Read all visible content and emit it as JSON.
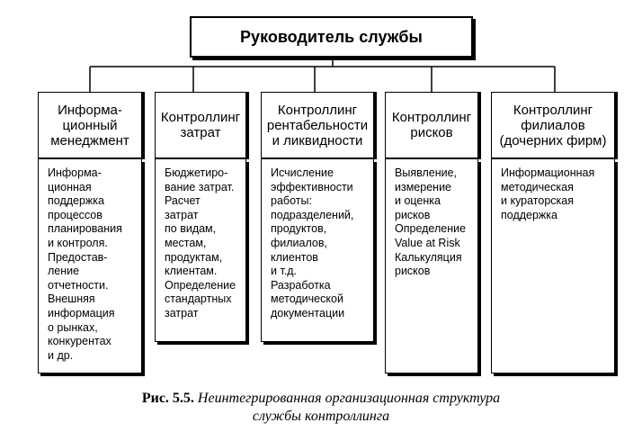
{
  "diagram": {
    "root": "Руководитель службы",
    "columns": [
      {
        "header": "Информа-\nционный\nменеджмент",
        "content": "Информа-\nционная\nподдержка\nпроцессов\nпланирования\nи контроля.\nПредостав-\nление\nотчетности.\nВнешняя\nинформация\nо рынках,\nконкурентах\nи др."
      },
      {
        "header": "Контроллинг\nзатрат",
        "content": "Бюджетиро-\nвание затрат.\nРасчет\nзатрат\nпо видам,\nместам,\nпродуктам,\nклиентам.\nОпределение\nстандартных\nзатрат"
      },
      {
        "header": "Контроллинг\nрентабельности\nи ликвидности",
        "content": "Исчисление\nэффективности\nработы:\nподразделений,\nпродуктов,\nфилиалов,\nклиентов\nи т.д.\nРазработка\nметодической\nдокументации"
      },
      {
        "header": "Контроллинг\nрисков",
        "content": "Выявление,\nизмерение\nи оценка\nрисков\nОпределение\nValue at Risk\nКалькуляция\nрисков"
      },
      {
        "header": "Контроллинг\nфилиалов\n(дочерних фирм)",
        "content": "Информационная\nметодическая\nи кураторская\nподдержка"
      }
    ]
  },
  "caption": {
    "label": "Рис. 5.5.",
    "text": "Неинтегрированная организационная структура\nслужбы контроллинга"
  }
}
